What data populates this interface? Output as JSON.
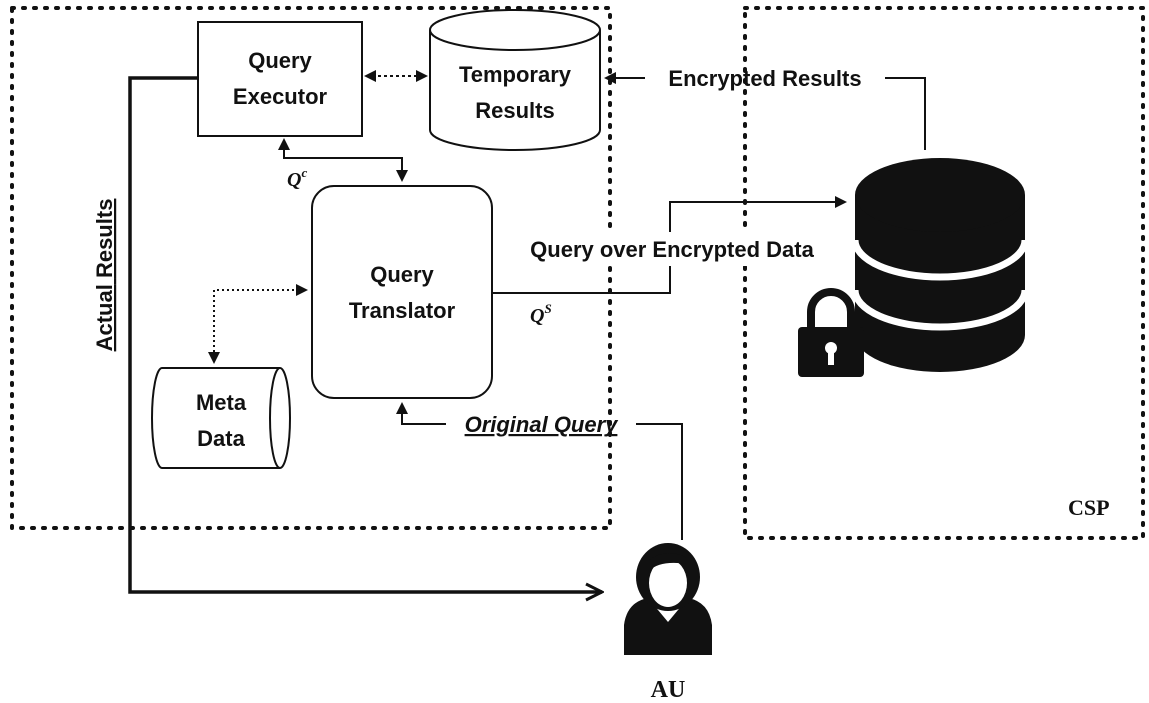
{
  "zones": {
    "client_zone": {},
    "csp_zone": {
      "label": "CSP"
    }
  },
  "nodes": {
    "query_executor": {
      "line1": "Query",
      "line2": "Executor"
    },
    "temporary_results": {
      "line1": "Temporary",
      "line2": "Results"
    },
    "query_translator": {
      "line1": "Query",
      "line2": "Translator"
    },
    "meta_data": {
      "line1": "Meta",
      "line2": "Data"
    },
    "encrypted_db": {},
    "au": {
      "label": "AU"
    }
  },
  "edges": {
    "encrypted_results": "Encrypted Results",
    "query_over_encrypted": "Query over Encrypted Data",
    "original_query": "Original Query",
    "actual_results_word1": "Actual",
    "actual_results_word2": "Results",
    "q_c": {
      "base": "Q",
      "sup": "c"
    },
    "q_s": {
      "base": "Q",
      "sup": "S"
    }
  },
  "icons": {
    "database": "database-icon",
    "lock": "lock-icon",
    "user": "user-icon"
  },
  "colors": {
    "ink": "#111111",
    "background": "#ffffff"
  }
}
